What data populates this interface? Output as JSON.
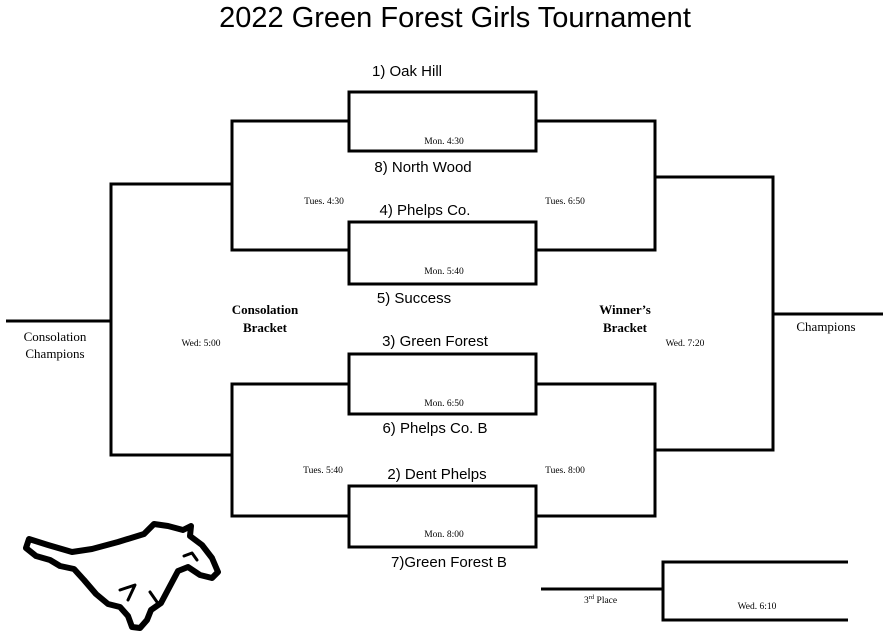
{
  "title": "2022 Green Forest Girls Tournament",
  "teams": {
    "t1": "1) Oak Hill",
    "t8": "8) North Wood",
    "t4": "4) Phelps Co.",
    "t5": "5) Success",
    "t3": "3) Green Forest",
    "t6": "6) Phelps Co. B",
    "t2": "2) Dent Phelps",
    "t7": "7)Green Forest B"
  },
  "times": {
    "mon1": "Mon. 4:30",
    "mon2": "Mon. 5:40",
    "mon3": "Mon. 6:50",
    "mon4": "Mon. 8:00",
    "tues_cons_top": "Tues. 4:30",
    "tues_cons_bottom": "Tues. 5:40",
    "tues_win_top": "Tues. 6:50",
    "tues_win_bottom": "Tues. 8:00",
    "wed_cons": "Wed: 5:00",
    "wed_win": "Wed. 7:20",
    "wed_third": "Wed. 6:10"
  },
  "labels": {
    "consolation_bracket": [
      "Consolation",
      "Bracket"
    ],
    "winners_bracket": [
      "Winner’s",
      "Bracket"
    ],
    "consolation_champions": [
      "Consolation",
      "Champions"
    ],
    "champions": "Champions",
    "third_place_num": "3",
    "third_place_sup": "rd",
    "third_place_word": " Place"
  },
  "logo": "mustang-logo"
}
